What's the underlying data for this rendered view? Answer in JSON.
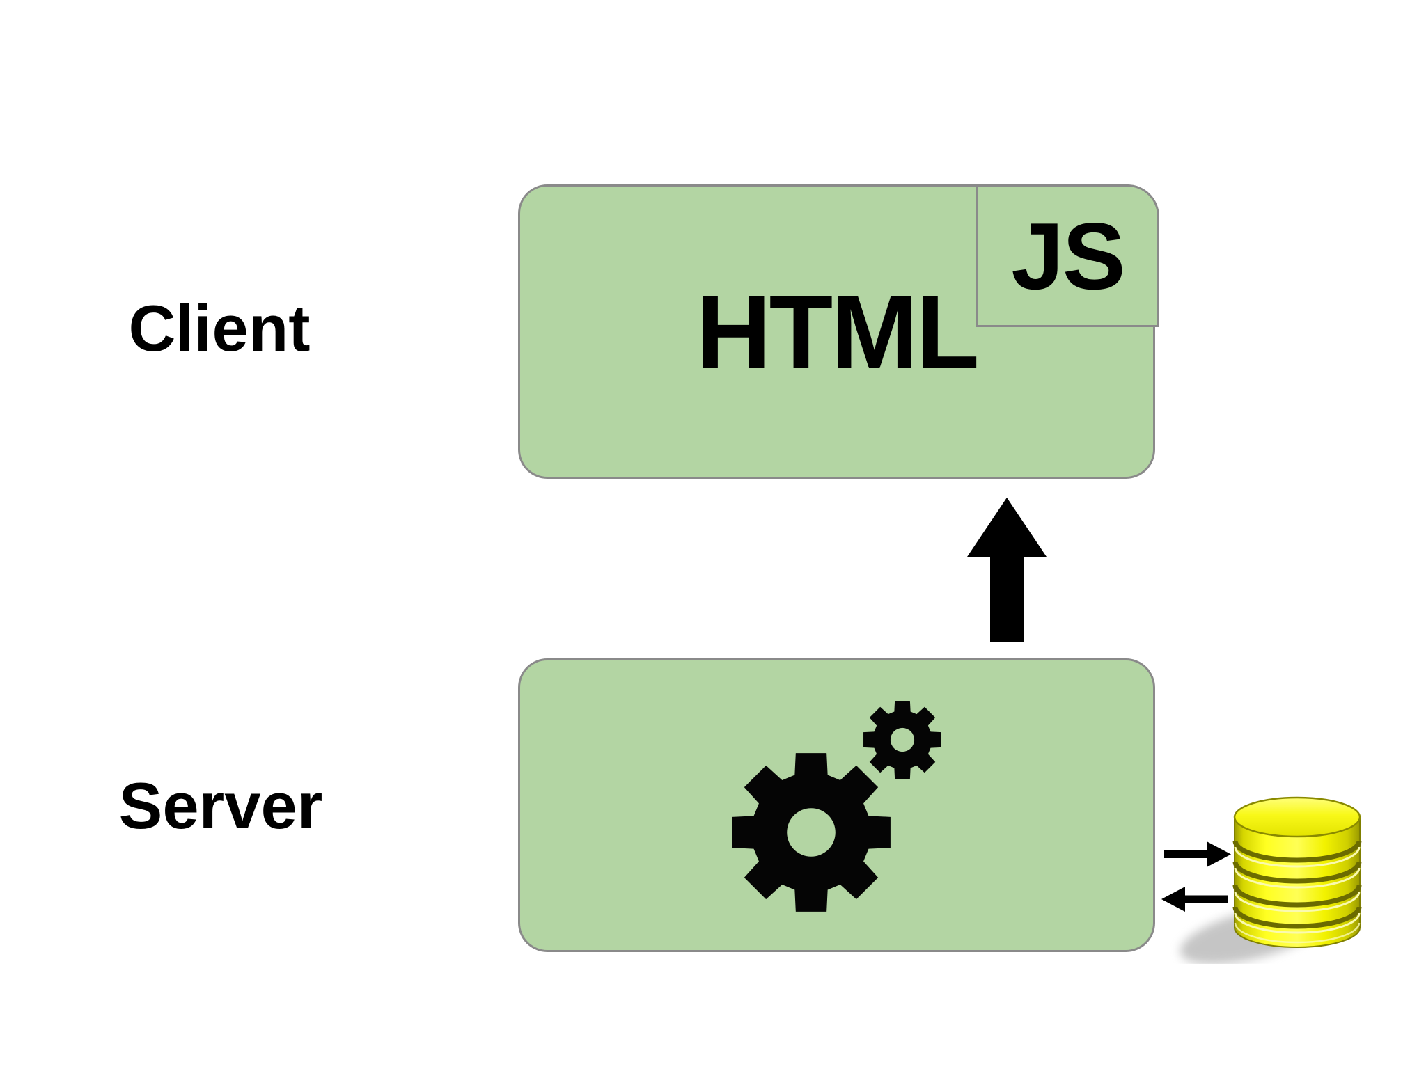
{
  "diagram": {
    "labels": {
      "client": "Client",
      "server": "Server"
    },
    "client_tier": {
      "box_title": "HTML",
      "badge": "JS"
    },
    "server_tier": {
      "icons": [
        "large-gear-icon",
        "small-gear-icon"
      ]
    },
    "database": {
      "icon": "database-icon"
    },
    "arrows": [
      {
        "name": "server-to-client",
        "icon": "up-arrow-icon",
        "direction": "up"
      },
      {
        "name": "server-to-database",
        "icon": "right-arrow-icon",
        "direction": "right"
      },
      {
        "name": "database-to-server",
        "icon": "left-arrow-icon",
        "direction": "left"
      }
    ],
    "colors": {
      "background": "#ffffff",
      "box_fill": "#b3d5a3",
      "box_border": "#8a8a8a",
      "text": "#000000",
      "arrow": "#000000",
      "database_yellow": "#f2f200",
      "database_shade": "#6b6b00"
    }
  }
}
